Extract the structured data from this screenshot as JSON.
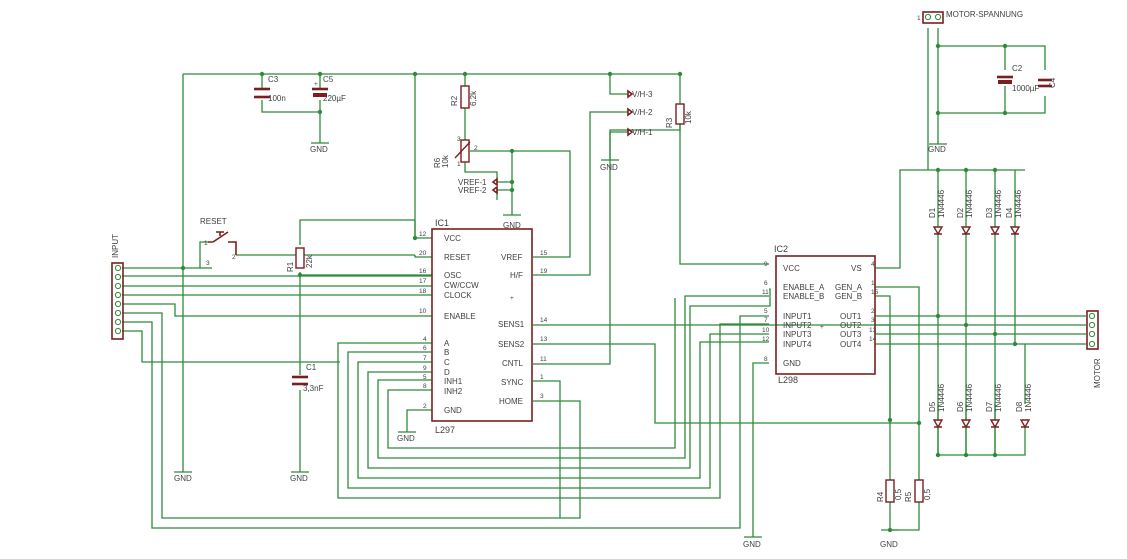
{
  "labels": {
    "input": "INPUT",
    "motor": "MOTOR",
    "motor_supply": "MOTOR-SPANNUNG",
    "gnd": "GND",
    "vh1": "V/H-1",
    "vh2": "V/H-2",
    "vh3": "V/H-3",
    "vref1": "VREF-1",
    "vref2": "VREF-2"
  },
  "ic1": {
    "name": "IC1",
    "value": "L297",
    "pins_left": [
      "VCC",
      "RESET",
      "OSC",
      "CW/CCW",
      "CLOCK",
      "ENABLE",
      "A",
      "B",
      "C",
      "D",
      "INH1",
      "INH2",
      "GND"
    ],
    "nums_left": [
      "12",
      "20",
      "16",
      "17",
      "18",
      "10",
      "4",
      "6",
      "7",
      "9",
      "5",
      "8",
      "2"
    ],
    "pins_right": [
      "VREF",
      "H/F",
      "SENS1",
      "SENS2",
      "CNTL",
      "SYNC",
      "HOME"
    ],
    "nums_right": [
      "15",
      "19",
      "14",
      "13",
      "11",
      "1",
      "3"
    ]
  },
  "ic2": {
    "name": "IC2",
    "value": "L298",
    "pins_left": [
      "VCC",
      "ENABLE_A",
      "ENABLE_B",
      "INPUT1",
      "INPUT2",
      "INPUT3",
      "INPUT4",
      "GND"
    ],
    "nums_left": [
      "9",
      "6",
      "11",
      "5",
      "7",
      "10",
      "12",
      "8"
    ],
    "pins_right": [
      "VS",
      "GEN_A",
      "GEN_B",
      "OUT1",
      "OUT2",
      "OUT3",
      "OUT4"
    ],
    "nums_right": [
      "4",
      "1",
      "15",
      "2",
      "3",
      "13",
      "14"
    ]
  },
  "parts": {
    "c3": {
      "name": "C3",
      "value": "100n"
    },
    "c5": {
      "name": "C5",
      "value": "220µF"
    },
    "c1": {
      "name": "C1",
      "value": "3,3nF"
    },
    "c2": {
      "name": "C2",
      "value": "1000µF"
    },
    "c4": {
      "name": "C4",
      "value": ""
    },
    "r1": {
      "name": "R1",
      "value": "22k"
    },
    "r2": {
      "name": "R2",
      "value": "6,2k"
    },
    "r3": {
      "name": "R3",
      "value": "10k"
    },
    "r4": {
      "name": "R4",
      "value": "0,5"
    },
    "r5": {
      "name": "R5",
      "value": "0,5"
    },
    "r6": {
      "name": "R6",
      "value": "10k"
    },
    "reset": {
      "name": "RESET"
    },
    "d1": {
      "name": "D1",
      "value": "1N4446"
    },
    "d2": {
      "name": "D2",
      "value": "1N4446"
    },
    "d3": {
      "name": "D3",
      "value": "1N4446"
    },
    "d4": {
      "name": "D4",
      "value": "1N4446"
    },
    "d5": {
      "name": "D5",
      "value": "1N4446"
    },
    "d6": {
      "name": "D6",
      "value": "1N4446"
    },
    "d7": {
      "name": "D7",
      "value": "1N4446"
    },
    "d8": {
      "name": "D8",
      "value": "1N4446"
    }
  },
  "colors": {
    "wire": "#2e8b3a",
    "component": "#7a1f1f",
    "text": "#404040",
    "background": "#ffffff"
  }
}
